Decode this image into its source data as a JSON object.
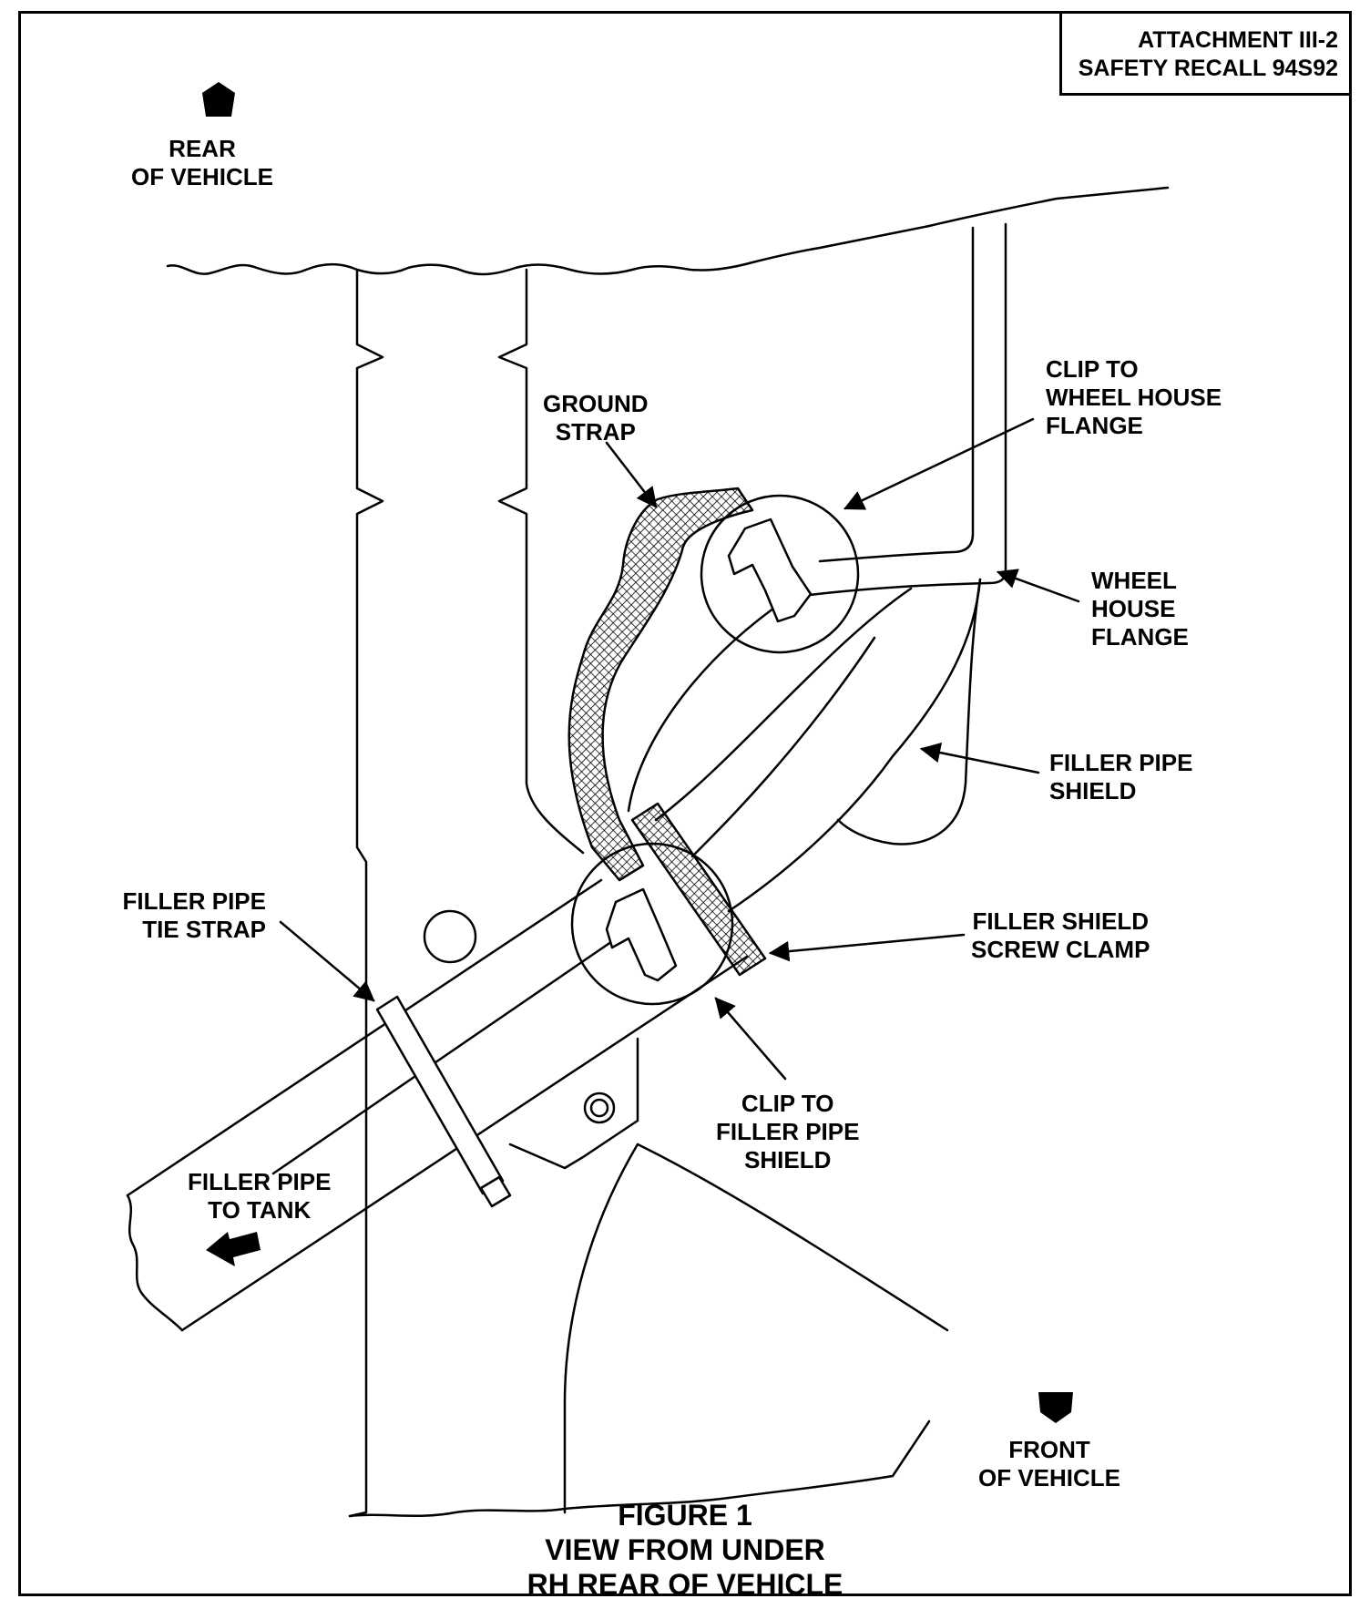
{
  "attachment": {
    "line1": "ATTACHMENT III-2",
    "line2": "SAFETY RECALL 94S92"
  },
  "directions": {
    "rear": {
      "line1": "REAR",
      "line2": "OF VEHICLE",
      "icon": "arrow-up-icon"
    },
    "front": {
      "line1": "FRONT",
      "line2": "OF VEHICLE",
      "icon": "arrow-down-icon"
    },
    "to_tank": {
      "line1": "FILLER PIPE",
      "line2": "TO TANK",
      "icon": "arrow-left-icon"
    }
  },
  "callouts": {
    "ground_strap": {
      "line1": "GROUND",
      "line2": "STRAP"
    },
    "clip_wheel_house": {
      "line1": "CLIP TO",
      "line2": "WHEEL HOUSE",
      "line3": "FLANGE"
    },
    "wheel_house_flange": {
      "line1": "WHEEL",
      "line2": "HOUSE",
      "line3": "FLANGE"
    },
    "filler_pipe_shield": {
      "line1": "FILLER PIPE",
      "line2": "SHIELD"
    },
    "filler_pipe_tie_strap": {
      "line1": "FILLER PIPE",
      "line2": "TIE STRAP"
    },
    "filler_shield_screw_clamp": {
      "line1": "FILLER SHIELD",
      "line2": "SCREW CLAMP"
    },
    "clip_filler_pipe_shield": {
      "line1": "CLIP TO",
      "line2": "FILLER PIPE",
      "line3": "SHIELD"
    }
  },
  "caption": {
    "line1": "FIGURE 1",
    "line2": "VIEW FROM UNDER",
    "line3": "RH REAR OF VEHICLE"
  }
}
